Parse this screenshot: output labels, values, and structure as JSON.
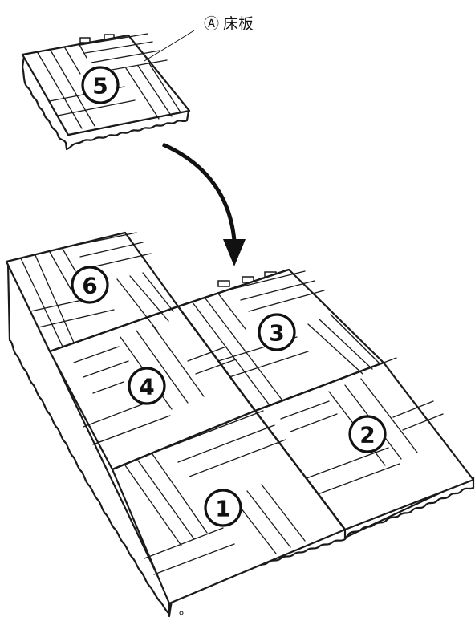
{
  "label": {
    "part_id": "Ⓐ",
    "part_name": "床板"
  },
  "tiles": [
    {
      "number": "5"
    },
    {
      "number": "6"
    },
    {
      "number": "4"
    },
    {
      "number": "3"
    },
    {
      "number": "2"
    },
    {
      "number": "1"
    }
  ],
  "icons": {
    "arrow": "curved-down-arrow"
  },
  "colors": {
    "line": "#1a1a1a",
    "background": "#ffffff"
  }
}
